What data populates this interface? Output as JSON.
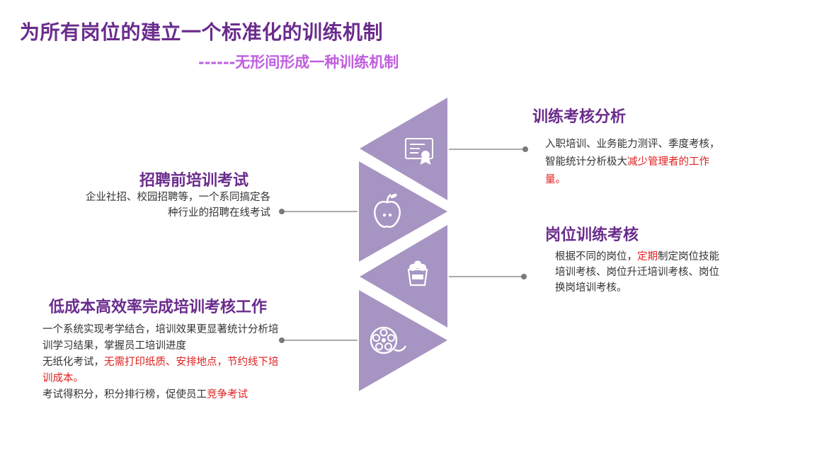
{
  "header": {
    "title": "为所有岗位的建立一个标准化的训练机制",
    "subtitle": "------无形间形成一种训练机制"
  },
  "sections": {
    "training_analysis": {
      "heading": "训练考核分析",
      "text_1": "入职培训、业务能力测评、季度考核，智能统计分析极大",
      "text_red": "减少管理者的工作量。"
    },
    "pre_hire_exam": {
      "heading": "招聘前培训考试",
      "text": "企业社招、校园招聘等，一个系同搞定各种行业的招聘在线考试"
    },
    "post_training": {
      "heading": "岗位训练考核",
      "text_1": "根据不同的岗位，",
      "text_red": "定期",
      "text_2": "制定岗位技能培训考核、岗位升迁培训考核、岗位换岗培训考核。"
    },
    "low_cost": {
      "heading": "低成本高效率完成培训考核工作",
      "p1": "一个系统实现考学结合，培训效果更显著统计分析培训学习结果，掌握员工培训进度",
      "p2_normal": "无纸化考试，",
      "p2_red": "无需打印纸质、安排地点，节约线下培训成本。",
      "p3_normal": "考试得积分，积分排行榜，促使员工",
      "p3_red": "竞争考试"
    }
  },
  "icons": [
    "certificate-icon",
    "apple-icon",
    "popcorn-icon",
    "film-reel-icon"
  ],
  "colors": {
    "title": "#6a2c8c",
    "subtitle": "#c05ee0",
    "shape": "#a694c2",
    "accent_red": "#e02020",
    "connector": "#7a7a7a"
  }
}
